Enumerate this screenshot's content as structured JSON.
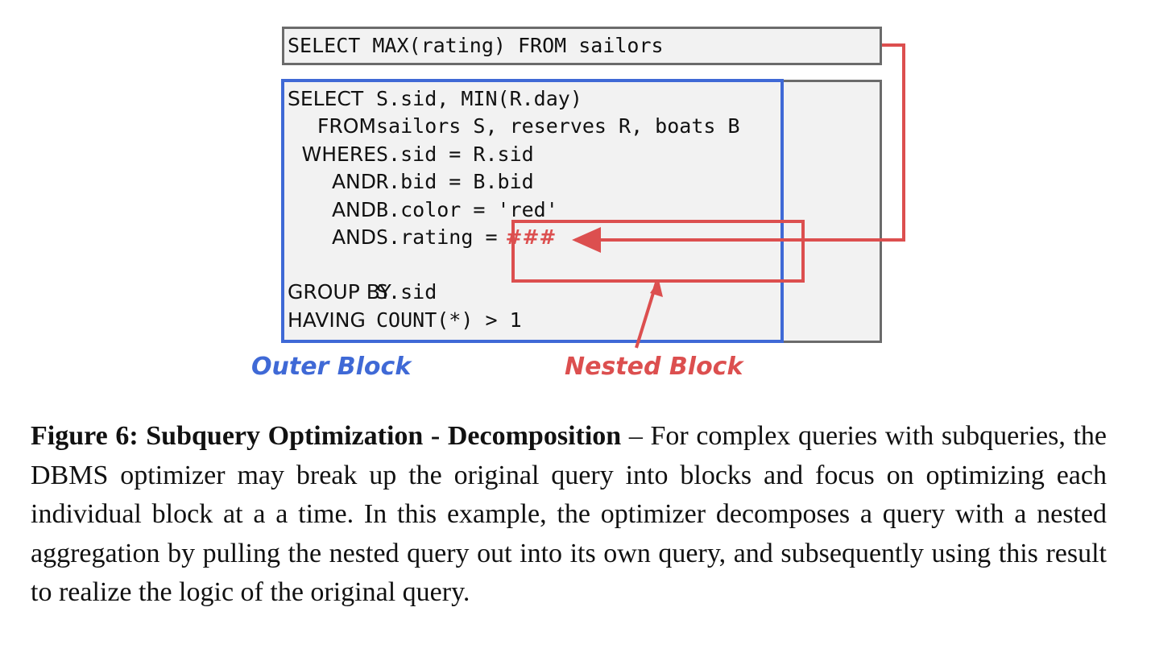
{
  "figure": {
    "nested_query": "SELECT MAX(rating) FROM sailors",
    "outer_query": {
      "lines": [
        {
          "keyword": "SELECT",
          "rest": "S.sid, MIN(R.day)"
        },
        {
          "keyword": "FROM",
          "rest": "sailors S, reserves R, boats B"
        },
        {
          "keyword": "WHERE",
          "rest": "S.sid = R.sid"
        },
        {
          "keyword": "AND",
          "rest": "R.bid = B.bid"
        },
        {
          "keyword": "AND",
          "rest": "B.color = 'red'"
        },
        {
          "keyword": "AND",
          "rest": "S.rating ="
        },
        {
          "keyword": "GROUP BY",
          "rest": "S.sid"
        },
        {
          "keyword": "HAVING",
          "rest": "COUNT(*) > 1"
        }
      ],
      "placeholder": "###"
    },
    "outer_label": "Outer Block",
    "nested_label": "Nested Block",
    "colors": {
      "outer": "#3f69d6",
      "nested": "#dc4f4f",
      "box_border": "#6b6b6b",
      "box_fill": "#f2f2f2"
    }
  },
  "caption": {
    "title": "Figure 6: Subquery Optimization - Decomposition",
    "body": " – For complex queries with subqueries, the DBMS optimizer may break up the original query into blocks and focus on optimizing each individual block at a a time. In this example, the optimizer decomposes a query with a nested aggregation by pulling the nested query out into its own query, and subsequently using this result to realize the logic of the original query."
  }
}
